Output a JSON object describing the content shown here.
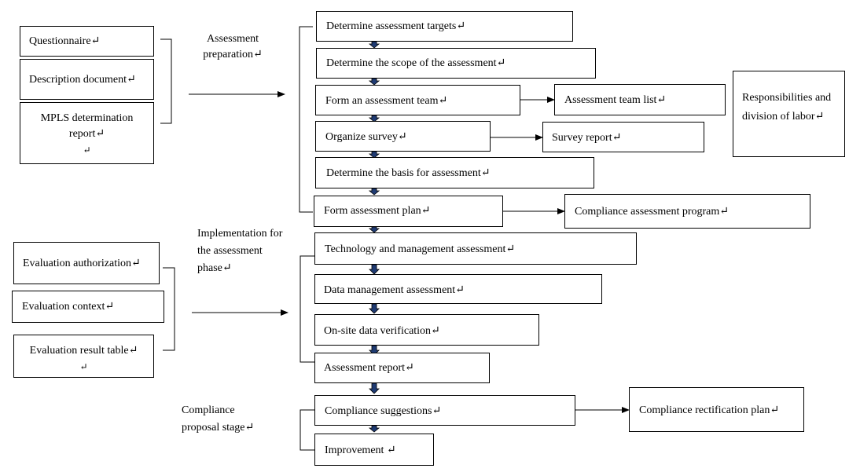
{
  "inputs_prep": [
    "Questionnaire↵",
    "Description document↵",
    "MPLS determination report↵"
  ],
  "inputs_prep_extra": "↵",
  "phase_prep": "Assessment preparation↵",
  "phase_impl": "Implementation for the assessment phase↵",
  "phase_comp": "Compliance proposal stage↵",
  "inputs_impl": [
    "Evaluation authorization↵",
    "Evaluation context↵",
    "Evaluation result table↵"
  ],
  "inputs_impl_extra": "↵",
  "steps": [
    "Determine assessment targets↵",
    "Determine the scope of the assessment↵",
    "Form an assessment team↵",
    "Organize survey↵",
    "Determine the basis for assessment↵",
    "Form assessment plan↵",
    "Technology and management assessment↵",
    "Data management assessment↵",
    "On-site data verification↵",
    "Assessment report↵",
    "Compliance suggestions↵",
    "Improvement ↵"
  ],
  "outputs": {
    "team_list": "Assessment team list↵",
    "responsibilities": "Responsibilities and division of labor↵",
    "survey_report": "Survey report↵",
    "program": "Compliance assessment program↵",
    "rectification": "Compliance rectification plan↵"
  }
}
